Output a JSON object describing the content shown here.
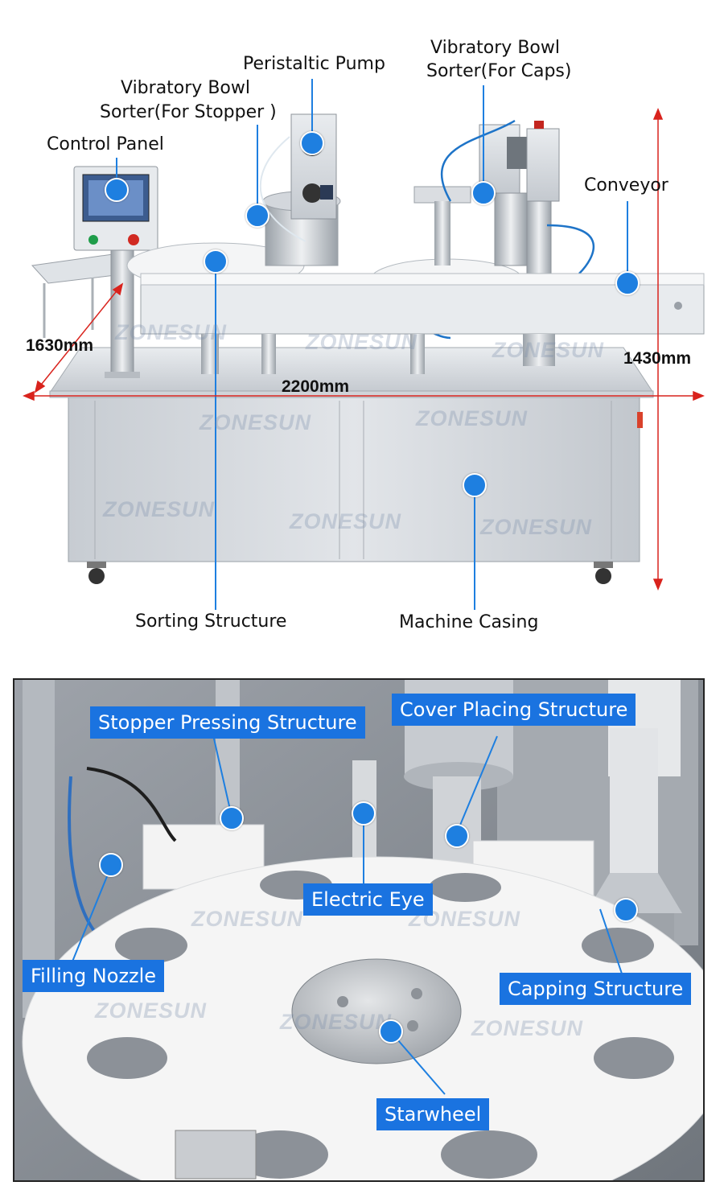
{
  "top_figure": {
    "callouts": {
      "peristaltic_pump": "Peristaltic Pump",
      "bowl_stopper_line1": "Vibratory Bowl",
      "bowl_stopper_line2": "Sorter(For Stopper )",
      "bowl_caps_line1": "Vibratory Bowl",
      "bowl_caps_line2": "Sorter(For Caps)",
      "control_panel": "Control Panel",
      "conveyor": "Conveyor",
      "sorting_structure": "Sorting Structure",
      "machine_casing": "Machine Casing"
    },
    "dimensions": {
      "depth": "1630mm",
      "height": "1430mm",
      "width": "2200mm"
    },
    "watermark": "ZONESUN"
  },
  "bottom_figure": {
    "labels": {
      "stopper_pressing": "Stopper Pressing Structure",
      "cover_placing": "Cover Placing Structure",
      "electric_eye": "Electric Eye",
      "filling_nozzle": "Filling Nozzle",
      "capping": "Capping Structure",
      "starwheel": "Starwheel"
    },
    "watermark": "ZONESUN"
  },
  "colors": {
    "callout_dot": "#1e7fe0",
    "label_bg": "#1a73e0",
    "dimension_line": "#d9231d"
  }
}
